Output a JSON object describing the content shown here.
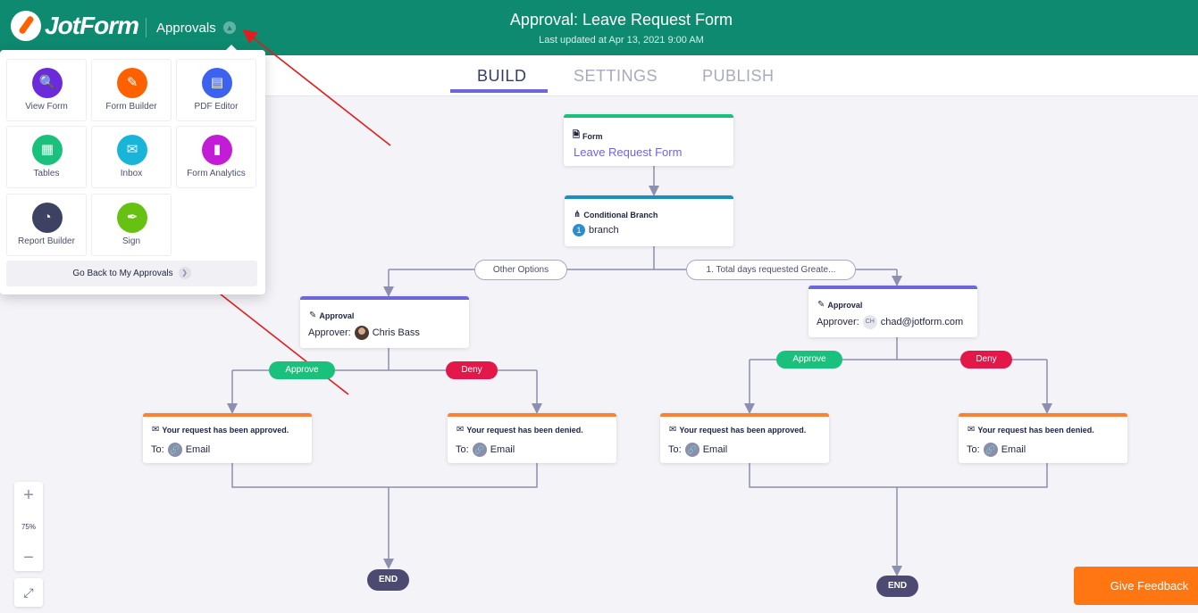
{
  "header": {
    "logo_text": "JotForm",
    "app_name": "Approvals",
    "title": "Approval: Leave Request Form",
    "subtitle": "Last updated at Apr 13, 2021 9:00 AM",
    "bg_color": "#0d8a70"
  },
  "tabs": [
    {
      "label": "BUILD",
      "active": true
    },
    {
      "label": "SETTINGS",
      "active": false
    },
    {
      "label": "PUBLISH",
      "active": false
    }
  ],
  "flow": {
    "form_node": {
      "header": "Form",
      "form_name": "Leave Request Form"
    },
    "branch_node": {
      "header": "Conditional Branch",
      "count": "1",
      "count_label": "branch"
    },
    "branch_options": {
      "left": "Other Options",
      "right": "1. Total days requested Greate..."
    },
    "approval_left": {
      "header": "Approval",
      "approver_label": "Approver:",
      "approver": "Chris Bass"
    },
    "approval_right": {
      "header": "Approval",
      "approver_label": "Approver:",
      "approver_initials": "CH",
      "approver": "chad@jotform.com"
    },
    "approve_label": "Approve",
    "deny_label": "Deny",
    "email_approved": {
      "header": "Your request has been approved.",
      "to_label": "To:",
      "recipient": "Email"
    },
    "email_denied": {
      "header": "Your request has been denied.",
      "to_label": "To:",
      "recipient": "Email"
    },
    "end_label": "END"
  },
  "zoom": {
    "plus": "+",
    "level": "75%",
    "minus": "−"
  },
  "feedback_label": "Give Feedback",
  "menu": {
    "tiles": [
      {
        "label": "View Form",
        "color": "#6c2bd9",
        "icon": "view-form-icon"
      },
      {
        "label": "Form Builder",
        "color": "#ff6100",
        "icon": "form-builder-icon"
      },
      {
        "label": "PDF Editor",
        "color": "#3e62f0",
        "icon": "pdf-editor-icon"
      },
      {
        "label": "Tables",
        "color": "#19c17d",
        "icon": "tables-icon"
      },
      {
        "label": "Inbox",
        "color": "#19b5d8",
        "icon": "inbox-icon"
      },
      {
        "label": "Form Analytics",
        "color": "#c21cd6",
        "icon": "form-analytics-icon"
      },
      {
        "label": "Report Builder",
        "color": "#3d4263",
        "icon": "report-builder-icon"
      },
      {
        "label": "Sign",
        "color": "#66c113",
        "icon": "sign-icon"
      }
    ],
    "go_back": "Go Back to My Approvals"
  }
}
